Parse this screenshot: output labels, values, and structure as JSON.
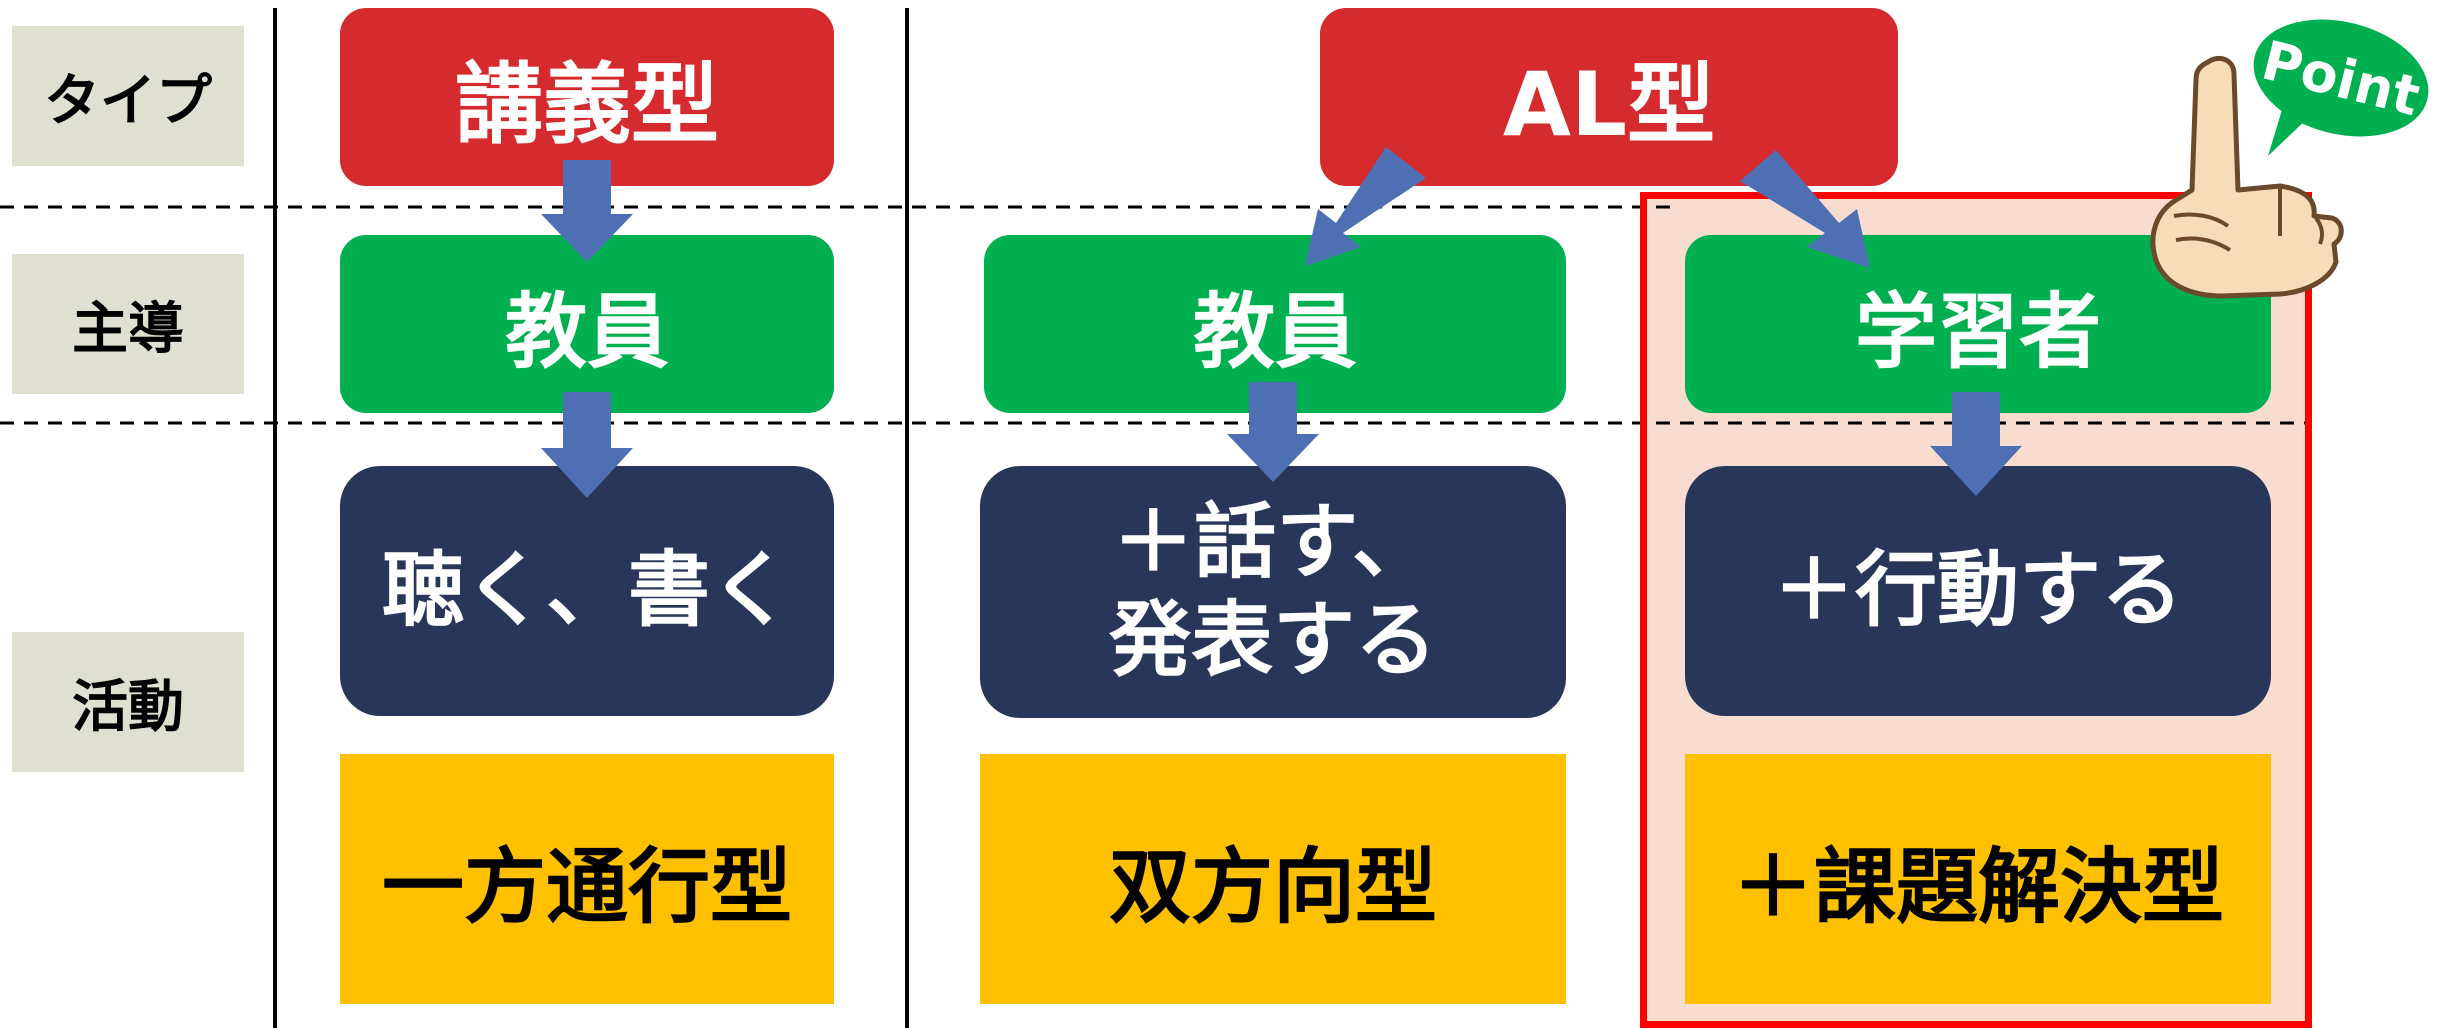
{
  "rows": {
    "type_label": "タイプ",
    "lead_label": "主導",
    "activity_label": "活動"
  },
  "lecture": {
    "type": "講義型",
    "lead": "教員",
    "activity": "聴く、書く",
    "style": "一方通行型"
  },
  "al": {
    "type": "AL型",
    "teacher_lead": "教員",
    "teacher_activity_line1": "＋話す、",
    "teacher_activity_line2": "発表する",
    "teacher_style": "双方向型",
    "learner_lead": "学習者",
    "learner_activity": "＋行動する",
    "learner_style": "＋課題解決型"
  },
  "point": {
    "label": "Point"
  },
  "colors": {
    "red": "#d62b2e",
    "green": "#00b050",
    "navy": "#28365a",
    "gold": "#ffc000",
    "arrow": "#4f6fb5",
    "highlight_border": "#ff0000",
    "highlight_fill": "#f8dccf",
    "label_bg": "#e0e0d1"
  }
}
